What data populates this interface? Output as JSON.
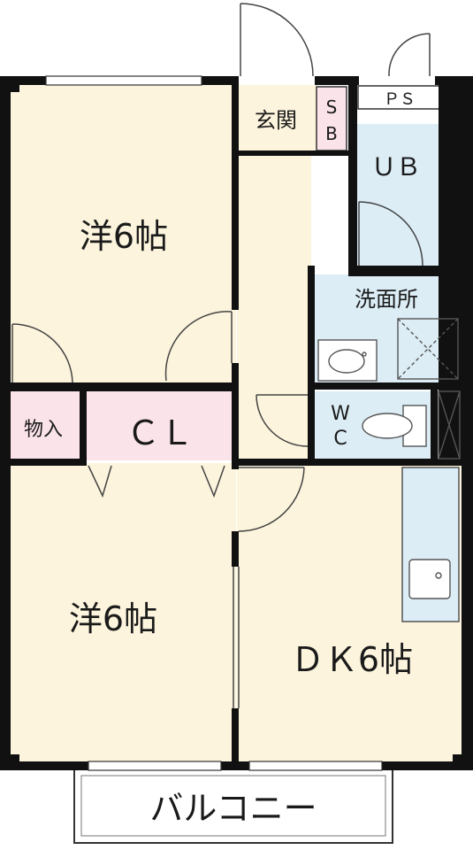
{
  "rooms": {
    "western_upper": "洋6帖",
    "western_lower": "洋6帖",
    "dk": "ＤＫ6帖",
    "closet": "ＣＬ",
    "storage": "物入",
    "entrance": "玄関",
    "shoe_box_s": "S",
    "shoe_box_b": "B",
    "unit_bath": "ＵＢ",
    "washroom": "洗面所",
    "toilet_w": "W",
    "toilet_c": "C",
    "pipe_space": "ＰＳ",
    "balcony": "バルコニー"
  },
  "colors": {
    "wall": "#111111",
    "room_floor": "#fcf4dc",
    "closet_floor": "#fbe3ea",
    "wet_floor": "#dcedf6",
    "fixture_line": "#555555"
  }
}
